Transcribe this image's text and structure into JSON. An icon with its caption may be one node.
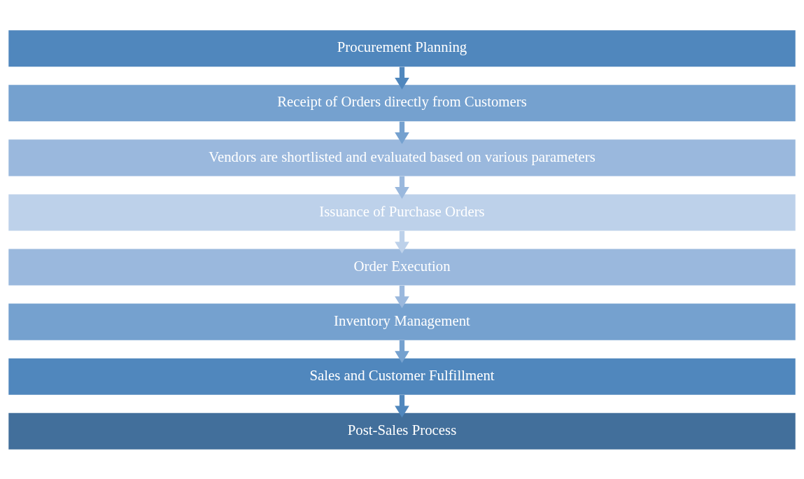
{
  "diagram": {
    "nodes": [
      {
        "text": [
          "Procurement Planning"
        ]
      },
      {
        "text": [
          "Receipt of Orders directly from Customers"
        ]
      },
      {
        "text": [
          "Vendors are shortlisted and evaluated based on various parameters"
        ]
      },
      {
        "text": [
          "Issuance of Purchase Orders"
        ]
      },
      {
        "text": [
          "Order Execution"
        ]
      },
      {
        "text": [
          "Inventory Management"
        ]
      },
      {
        "text": [
          "Sales and Customer Fulfillment"
        ]
      },
      {
        "text": [
          "Post-Sales Process"
        ]
      }
    ],
    "edges": [
      {
        "from": 0,
        "to": 1,
        "arrow": "to",
        "color": "#5087bd"
      },
      {
        "from": 1,
        "to": 2,
        "arrow": "to",
        "color": "#75a1cf"
      },
      {
        "from": 2,
        "to": 3,
        "arrow": "to",
        "color": "#9ab8dd"
      },
      {
        "from": 3,
        "to": 4,
        "arrow": "to",
        "color": "#bdd1ea"
      },
      {
        "from": 4,
        "to": 5,
        "arrow": "to",
        "color": "#9ab8dd"
      },
      {
        "from": 5,
        "to": 6,
        "arrow": "to",
        "color": "#75a1cf"
      },
      {
        "from": 6,
        "to": 7,
        "arrow": "to",
        "color": "#5087bd"
      }
    ]
  }
}
